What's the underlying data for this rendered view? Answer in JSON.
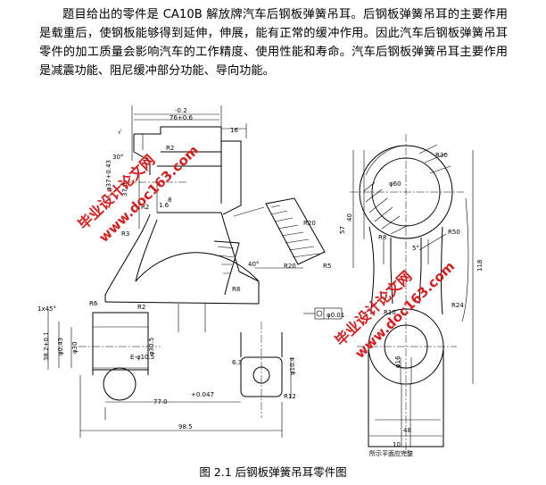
{
  "document": {
    "paragraph": "题目给出的零件是 CA10B 解放牌汽车后钢板弹簧吊耳。后钢板弹簧吊耳的主要作用是载重后，使钢板能够得到延伸，伸展，能有正常的缓冲作用。因此汽车后钢板弹簧吊耳零件的加工质量会影响汽车的工作精度、使用性能和寿命。汽车后钢板弹簧吊耳主要作用是减震功能、阻尼缓冲部分功能、导向功能。",
    "caption": "图 2.1  后钢板弹簧吊耳零件图"
  },
  "drawing": {
    "left_view": {
      "dims": [
        "-0.2",
        "76+0.6",
        "16",
        "R2",
        "30°",
        "√",
        "φ37+0.43",
        "37.0",
        "R2",
        "1.6",
        "8",
        "R3",
        "40°",
        "R20",
        "R5",
        "R8",
        "R20",
        "R6",
        "R2",
        "1x45°",
        "φ30",
        "38.2+0.1",
        "φ0.43",
        "φ30",
        "φ30.5",
        "E-φ10.5",
        "+0.047",
        "77.0",
        "R12",
        "98.5",
        "6.3",
        "φ10.4"
      ]
    },
    "right_view": {
      "dims": [
        "R30",
        "φ60",
        "40",
        "57",
        "R8",
        "R50",
        "5°",
        "R24",
        "φ16",
        "118",
        "48",
        "10",
        "φ0.01",
        "R10"
      ]
    },
    "note": "所示平面应完整"
  },
  "watermarks": [
    "毕业设计论文网",
    "www.doc163.com",
    "毕业设计论文网",
    "www.doc163.com"
  ],
  "colors": {
    "watermark": "#d91c1c",
    "lines": "#000000",
    "background": "#ffffff"
  }
}
